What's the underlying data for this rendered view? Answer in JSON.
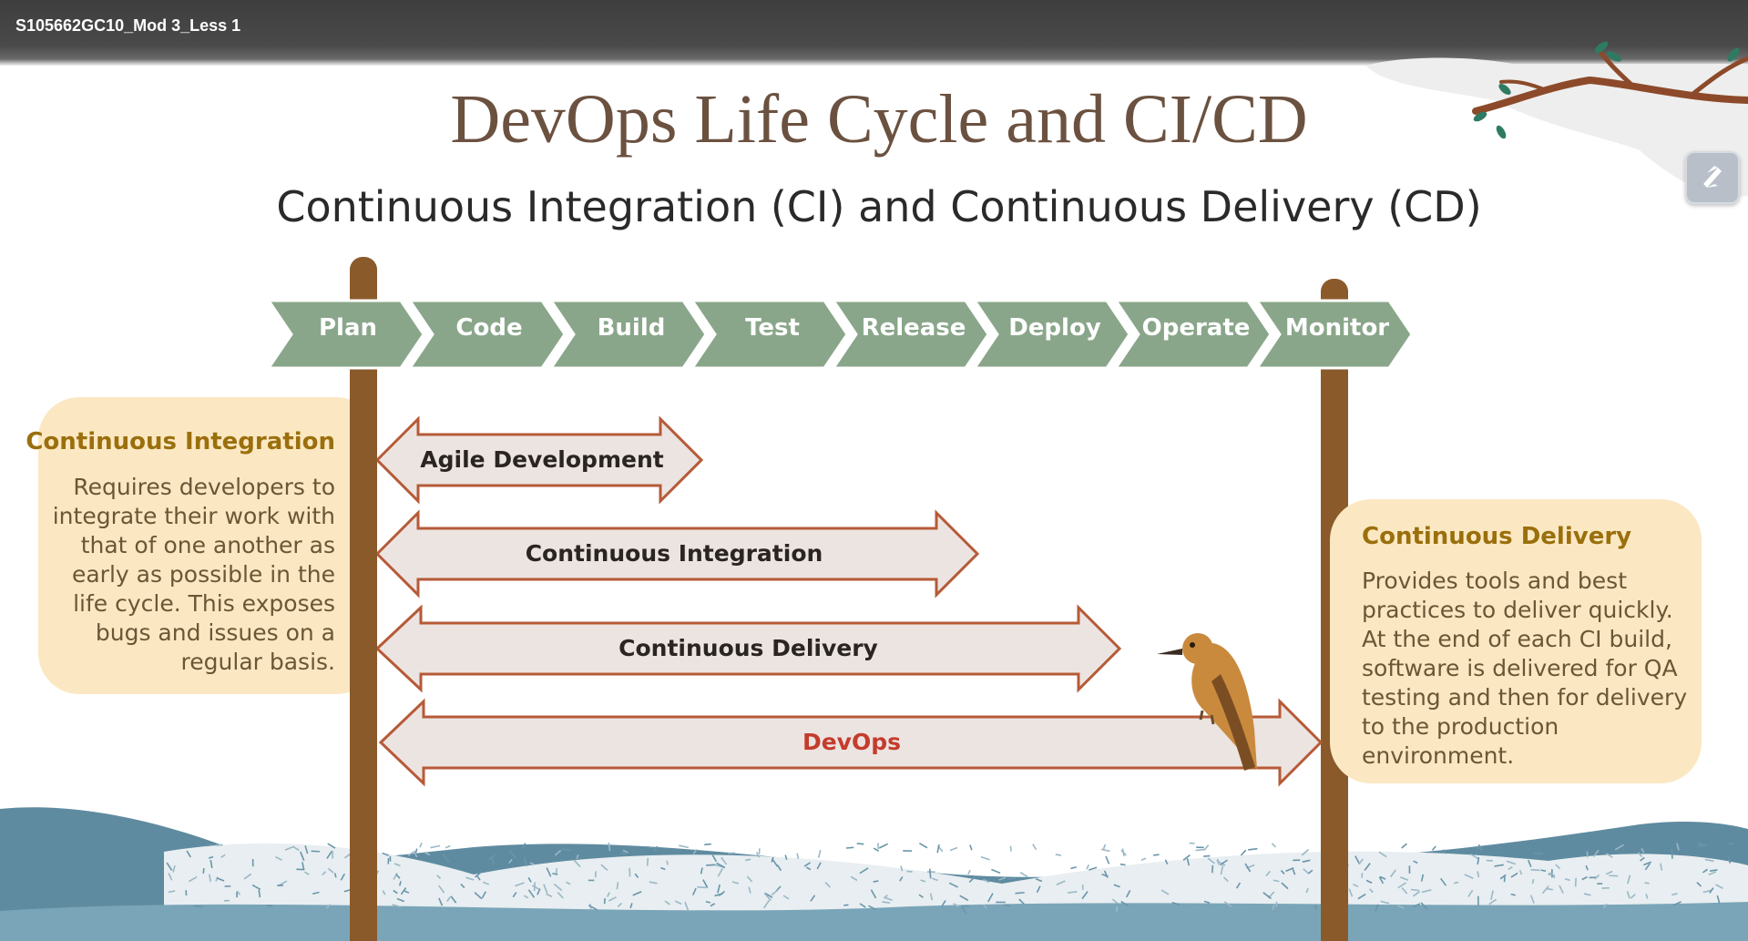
{
  "window": {
    "title": "S105662GC10_Mod 3_Less 1"
  },
  "slide": {
    "title": "DevOps Life Cycle and CI/CD",
    "subtitle": "Continuous Integration (CI) and Continuous Delivery (CD)"
  },
  "lifecycle": {
    "phases": [
      "Plan",
      "Code",
      "Build",
      "Test",
      "Release",
      "Deploy",
      "Operate",
      "Monitor"
    ]
  },
  "bars": {
    "agile": "Agile Development",
    "ci": "Continuous Integration",
    "cd": "Continuous Delivery",
    "devops": "DevOps"
  },
  "left_box": {
    "heading": "Continuous Integration",
    "text": "Requires developers to integrate their work with that of one another as early as possible in the life cycle. This exposes bugs and issues on a regular basis."
  },
  "right_box": {
    "heading": "Continuous Delivery",
    "text": "Provides tools and best practices to deliver quickly. At the end of each CI build, software is delivered for QA testing and then for delivery to the production environment."
  },
  "icons": {
    "corner_button": "swirl-logo-icon",
    "bird": "bird-icon",
    "branch": "tree-branch-icon"
  },
  "colors": {
    "phase_fill": "#8aa68a",
    "bar_fill": "#ece4e1",
    "bar_stroke": "#b65a38",
    "devops_text": "#c43c2c",
    "post": "#8b5a2b",
    "info_box": "#fbe8c3",
    "heading_gold": "#9a6f0c",
    "hills": "#5f8ba0"
  }
}
